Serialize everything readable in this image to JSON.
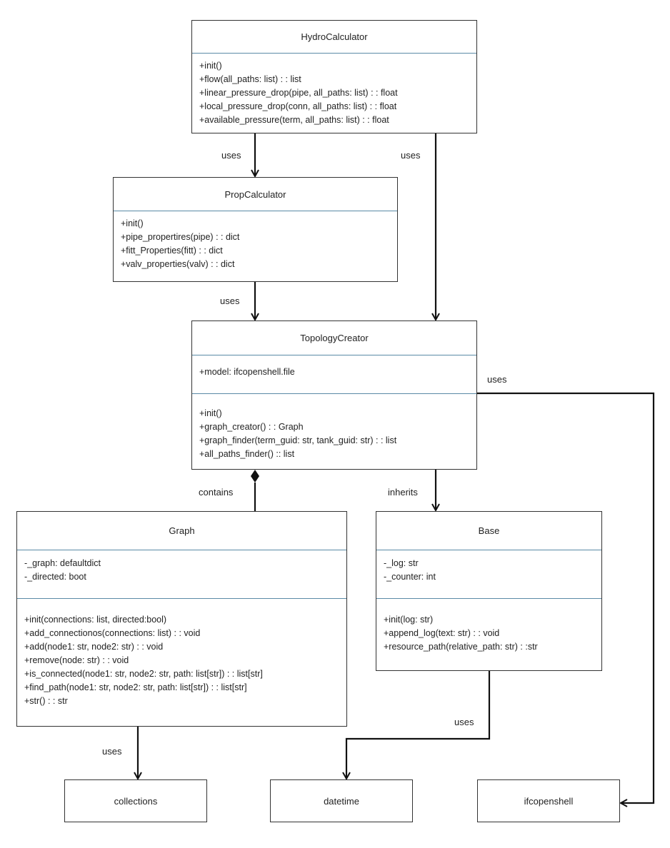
{
  "classes": {
    "hydro": {
      "name": "HydroCalculator",
      "methods": [
        "+init()",
        "+flow(all_paths: list) : : list",
        "+linear_pressure_drop(pipe, all_paths: list) : : float",
        "+local_pressure_drop(conn, all_paths: list) : : float",
        "+available_pressure(term, all_paths: list) : : float"
      ]
    },
    "prop": {
      "name": "PropCalculator",
      "methods": [
        "+init()",
        "+pipe_propertires(pipe) : : dict",
        "+fitt_Properties(fitt) : : dict",
        "+valv_properties(valv) : : dict"
      ]
    },
    "topo": {
      "name": "TopologyCreator",
      "attributes": [
        "+model: ifcopenshell.file"
      ],
      "methods": [
        "+init()",
        "+graph_creator() : : Graph",
        "+graph_finder(term_guid: str, tank_guid: str) : : list",
        "+all_paths_finder() :: list"
      ]
    },
    "graph": {
      "name": "Graph",
      "attributes": [
        "-_graph: defaultdict",
        "-_directed: boot"
      ],
      "methods": [
        "+init(connections: list, directed:bool)",
        "+add_connectionos(connections: list) : : void",
        "+add(node1: str, node2: str) : : void",
        "+remove(node: str) : : void",
        "+is_connected(node1: str, node2: str, path: list[str]) : : list[str]",
        "+find_path(node1: str, node2: str, path: list[str]) : : list[str]",
        "+str() : : str"
      ]
    },
    "base": {
      "name": "Base",
      "attributes": [
        "-_log: str",
        "-_counter: int"
      ],
      "methods": [
        "+init(log: str)",
        "+append_log(text: str) : : void",
        "+resource_path(relative_path: str) : :str"
      ]
    }
  },
  "modules": {
    "collections": "collections",
    "datetime": "datetime",
    "ifcopenshell": "ifcopenshell"
  },
  "relations": {
    "hydro_prop": "uses",
    "hydro_topo": "uses",
    "prop_topo": "uses",
    "topo_ifc": "uses",
    "topo_graph": "contains",
    "topo_base": "inherits",
    "graph_collections": "uses",
    "base_datetime": "uses"
  },
  "colors": {
    "border": "#333333",
    "divider": "#5a8aa6"
  }
}
